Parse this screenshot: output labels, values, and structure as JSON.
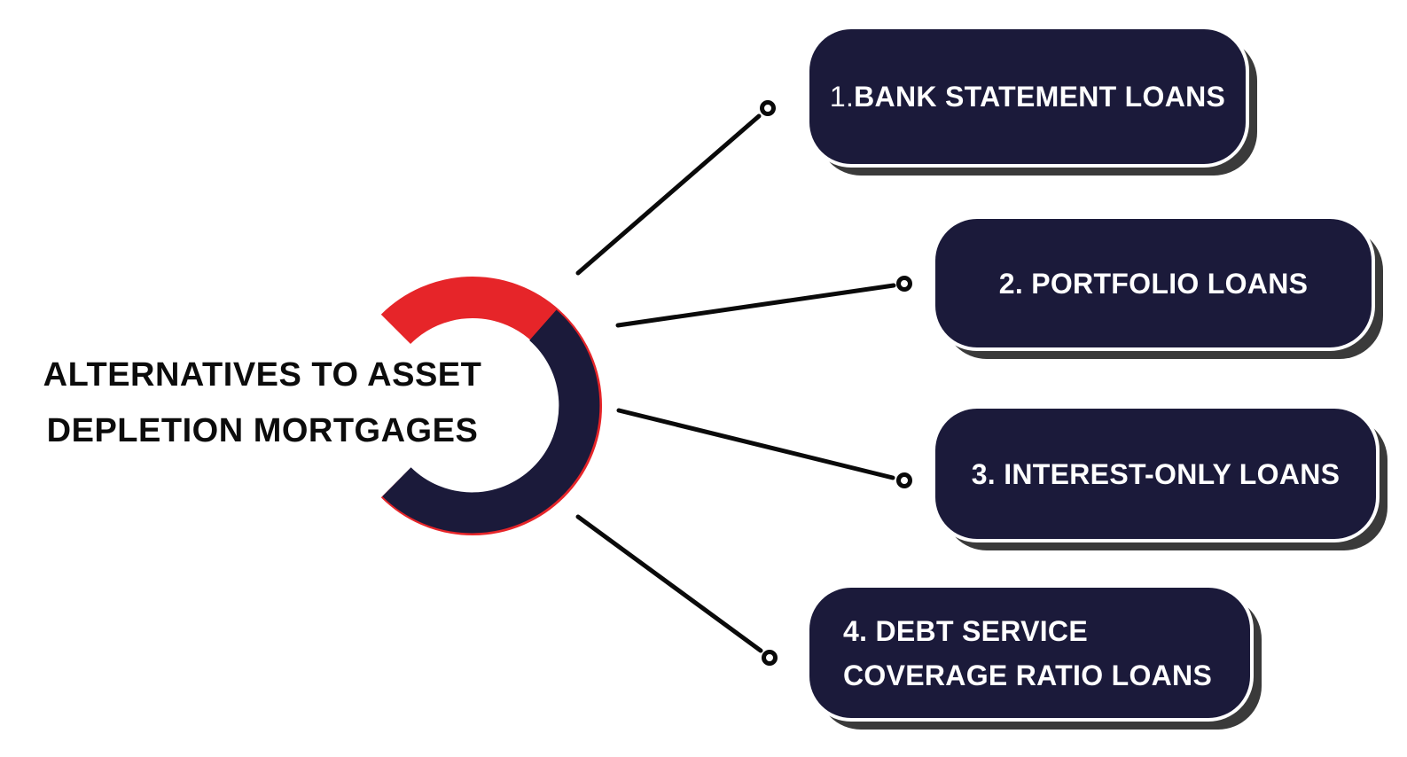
{
  "title": {
    "line1": "ALTERNATIVES TO ASSET",
    "line2": "DEPLETION MORTGAGES"
  },
  "boxes": [
    {
      "number": "1.",
      "lines": [
        "BANK STATEMENT LOANS"
      ]
    },
    {
      "number": "2. ",
      "lines": [
        "PORTFOLIO LOANS"
      ]
    },
    {
      "number": "3. ",
      "lines": [
        "INTEREST-ONLY LOANS"
      ]
    },
    {
      "number": "4. ",
      "lines": [
        "DEBT SERVICE",
        "COVERAGE RATIO LOANS"
      ]
    }
  ],
  "colors": {
    "navy": "#1b1a3a",
    "red": "#e62529",
    "shadow": "#3a3a3a",
    "connector": "#0a0a0a",
    "title_text": "#0c0c0c",
    "box_text": "#ffffff",
    "background": "#ffffff"
  }
}
